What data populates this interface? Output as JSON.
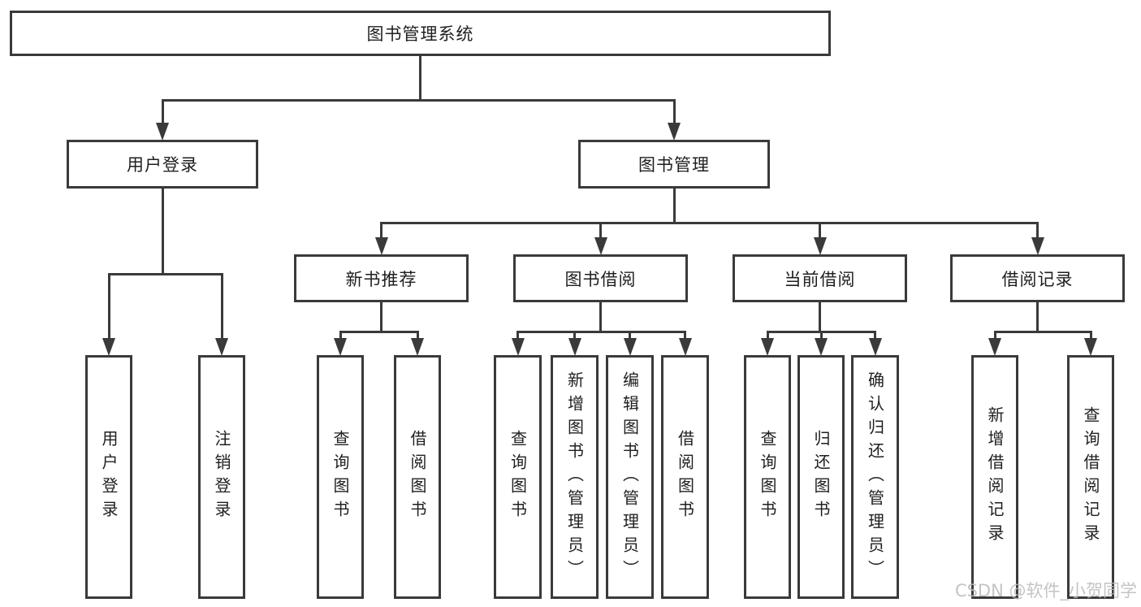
{
  "diagram": {
    "title": "图书管理系统",
    "watermark": "CSDN @软件_小贺同学",
    "colors": {
      "line": "#3a3a3a",
      "text": "#1f1f1f",
      "watermark": "rgba(186,186,186,0.85)",
      "background": "#ffffff"
    },
    "nodes": [
      {
        "id": "root",
        "label": "图书管理系统",
        "parent": null,
        "orientation": "horizontal"
      },
      {
        "id": "user-login",
        "label": "用户登录",
        "parent": "root",
        "orientation": "horizontal"
      },
      {
        "id": "book-mgmt",
        "label": "图书管理",
        "parent": "root",
        "orientation": "horizontal"
      },
      {
        "id": "new-book-rec",
        "label": "新书推荐",
        "parent": "book-mgmt",
        "orientation": "horizontal"
      },
      {
        "id": "book-borrow",
        "label": "图书借阅",
        "parent": "book-mgmt",
        "orientation": "horizontal"
      },
      {
        "id": "current-borrow",
        "label": "当前借阅",
        "parent": "book-mgmt",
        "orientation": "horizontal"
      },
      {
        "id": "borrow-records",
        "label": "借阅记录",
        "parent": "book-mgmt",
        "orientation": "horizontal"
      },
      {
        "id": "v-user-login",
        "label": "用户登录",
        "parent": "user-login",
        "orientation": "vertical"
      },
      {
        "id": "v-logout",
        "label": "注销登录",
        "parent": "user-login",
        "orientation": "vertical"
      },
      {
        "id": "v-query-books-1",
        "label": "查询图书",
        "parent": "new-book-rec",
        "orientation": "vertical"
      },
      {
        "id": "v-borrow-books-1",
        "label": "借阅图书",
        "parent": "new-book-rec",
        "orientation": "vertical"
      },
      {
        "id": "v-query-books-2",
        "label": "查询图书",
        "parent": "book-borrow",
        "orientation": "vertical"
      },
      {
        "id": "v-add-books",
        "label": "新增图书（管理员）",
        "parent": "book-borrow",
        "orientation": "vertical"
      },
      {
        "id": "v-edit-books",
        "label": "编辑图书（管理员）",
        "parent": "book-borrow",
        "orientation": "vertical"
      },
      {
        "id": "v-borrow-books-2",
        "label": "借阅图书",
        "parent": "book-borrow",
        "orientation": "vertical"
      },
      {
        "id": "v-query-books-3",
        "label": "查询图书",
        "parent": "current-borrow",
        "orientation": "vertical"
      },
      {
        "id": "v-return-books",
        "label": "归还图书",
        "parent": "current-borrow",
        "orientation": "vertical"
      },
      {
        "id": "v-confirm-return",
        "label": "确认归还（管理员）",
        "parent": "current-borrow",
        "orientation": "vertical"
      },
      {
        "id": "v-add-borrow-rec",
        "label": "新增借阅记录",
        "parent": "borrow-records",
        "orientation": "vertical"
      },
      {
        "id": "v-query-borrow-rec",
        "label": "查询借阅记录",
        "parent": "borrow-records",
        "orientation": "vertical"
      }
    ]
  }
}
